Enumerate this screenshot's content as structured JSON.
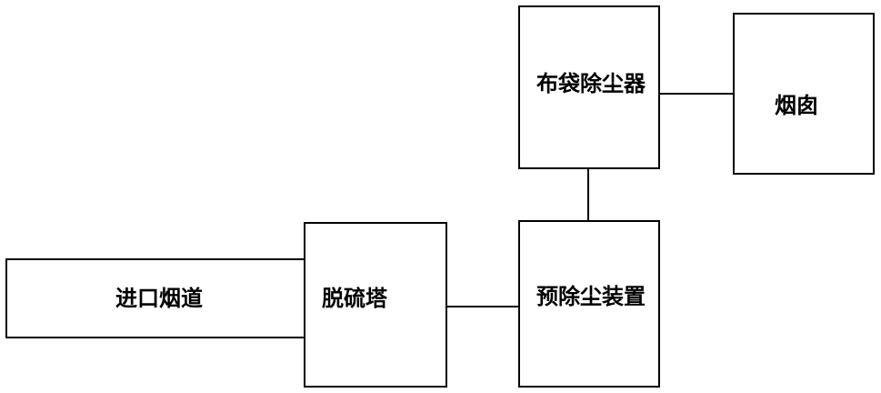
{
  "nodes": {
    "inlet": "进口烟道",
    "desulfurization_tower": "脱硫塔",
    "pre_dust_removal": "预除尘装置",
    "bag_filter": "布袋除尘器",
    "chimney": "烟囱"
  },
  "colors": {
    "line": "#000000",
    "box_border": "#000000",
    "background": "#ffffff",
    "text": "#000000"
  }
}
